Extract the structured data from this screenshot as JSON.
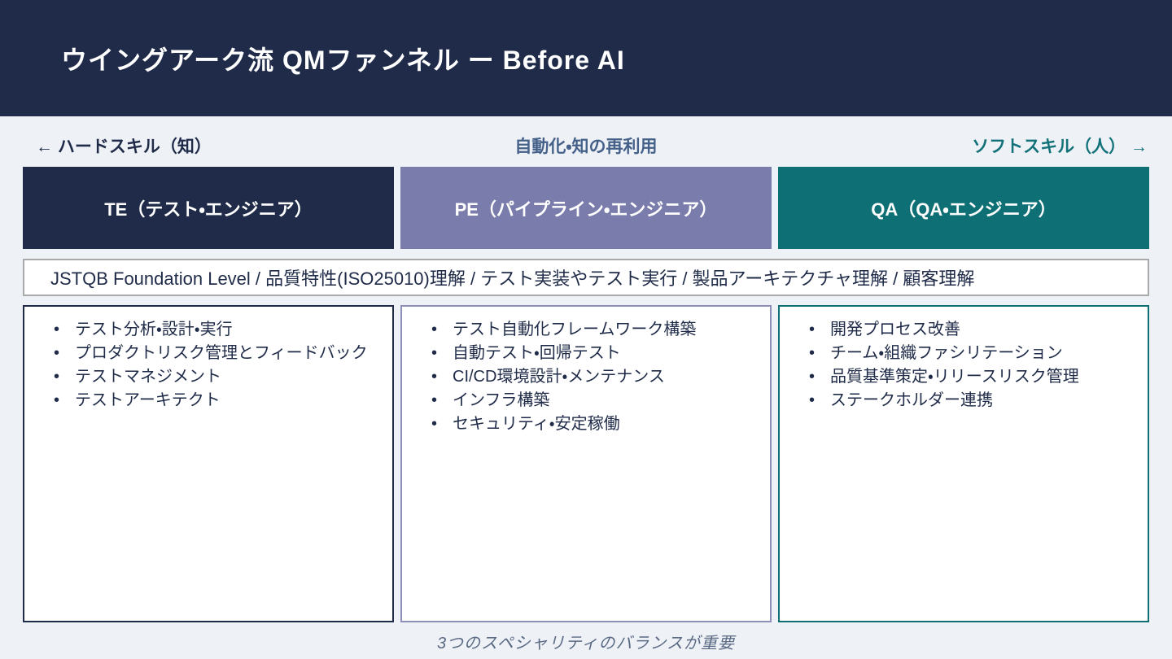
{
  "slide": {
    "title": "ウイングアーク流 QMファンネル ー Before AI",
    "caption": "3つのスペシャリティのバランスが重要"
  },
  "axis": {
    "left_label": "← ハードスキル（知）",
    "center_label": "自動化・知の再利用",
    "right_label": "ソフトスキル（人） →"
  },
  "common_band": {
    "text": "JSTQB Foundation Level / 品質特性(ISO25010)理解 / テスト実装やテスト実行 / 製品アーキテクチャ理解 / 顧客理解"
  },
  "columns": [
    {
      "id": "te",
      "header": "TE（テスト・エンジニア）",
      "color": "#1f2b48",
      "items": [
        "テスト分析・設計・実行",
        "プロダクトリスク管理とフィードバック",
        "テストマネジメント",
        "テストアーキテクト"
      ]
    },
    {
      "id": "pe",
      "header": "PE（パイプライン・エンジニア）",
      "color": "#7a7cab",
      "items": [
        "テスト自動化フレームワーク構築",
        "自動テスト・回帰テスト",
        "CI/CD環境設計・メンテナンス",
        "インフラ構築",
        "セキュリティ・安定稼働"
      ]
    },
    {
      "id": "qa",
      "header": "QA（QA・エンジニア）",
      "color": "#0e7074",
      "items": [
        "開発プロセス改善",
        "チーム・組織ファシリテーション",
        "品質基準策定・リリースリスク管理",
        "ステークホルダー連携"
      ]
    }
  ],
  "colors": {
    "header_bg": "#1f2b48",
    "page_bg": "#eef1f6",
    "te": "#1f2b48",
    "pe": "#7a7cab",
    "qa": "#0e7074",
    "axis_center": "#45618a",
    "axis_right": "#127179",
    "band_border": "#a9a9a9",
    "caption": "#5a6a84"
  }
}
